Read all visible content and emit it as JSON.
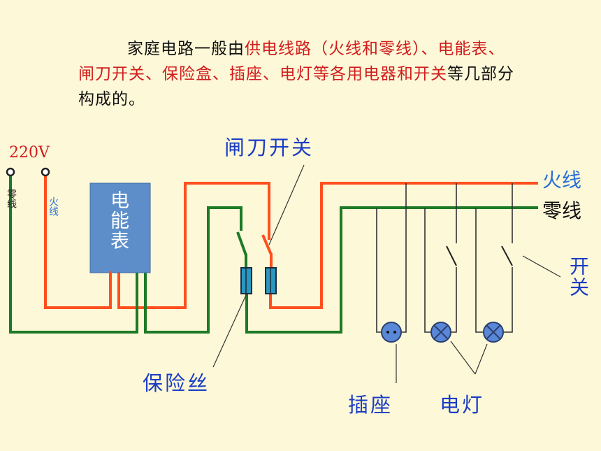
{
  "intro": {
    "part1": "家庭电路一般由",
    "part2": "供电线路（火线和零线）",
    "part3": "、电能表、闸刀开关、保险盒、插座、电灯等各用电器和开关",
    "part4": "等几部分构成的。"
  },
  "diagram": {
    "voltage": "220V",
    "left_neutral": "零线",
    "left_live": "火线",
    "meter": "电能表",
    "knife_switch": "闸刀开关",
    "live_wire": "火线",
    "neutral_wire": "零线",
    "switch": "开关",
    "fuse": "保险丝",
    "socket": "插座",
    "lamp": "电灯"
  },
  "colors": {
    "live": "#ff4f1f",
    "neutral": "#1d7a26",
    "meter_fill": "#5e8ec9",
    "accent_red": "#d11c1c",
    "label_blue": "#1a3cc4"
  }
}
